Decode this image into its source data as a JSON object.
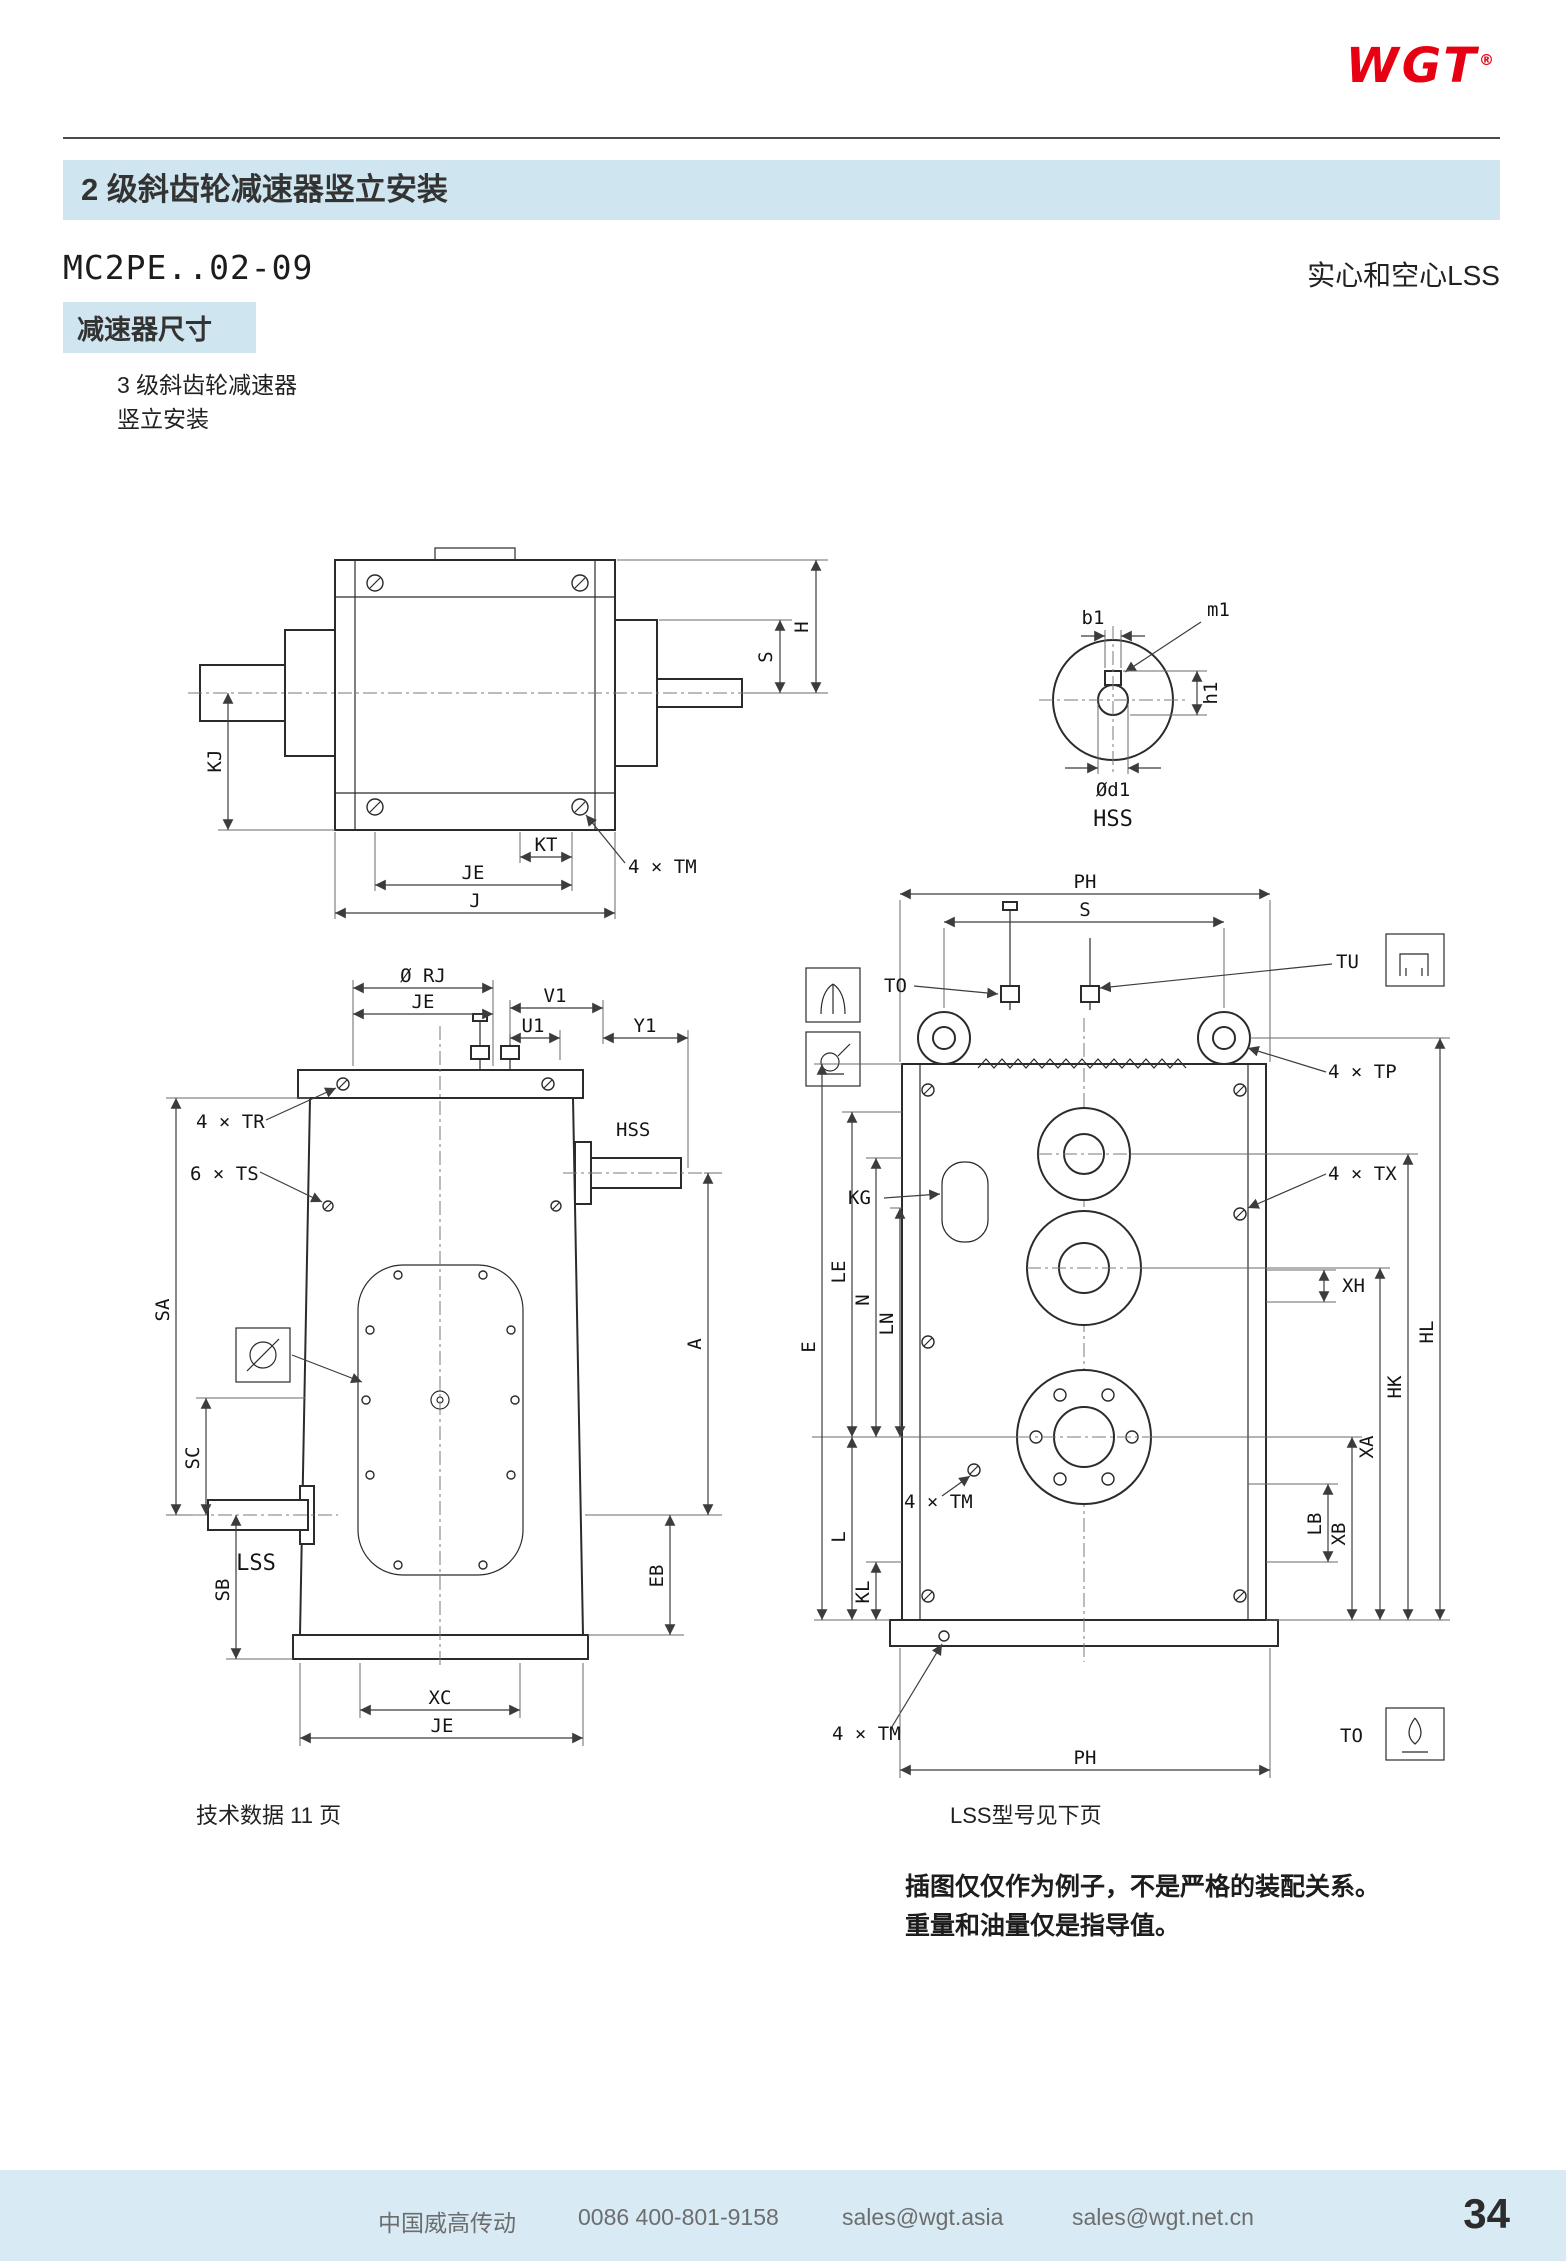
{
  "page": {
    "logo": "WGT",
    "logo_reg": "®",
    "title": "2 级斜齿轮减速器竖立安装",
    "model": "MC2PE..02-09",
    "shaft_note": "实心和空心LSS",
    "section_label": "减速器尺寸",
    "subtitle_line1": "3 级斜齿轮减速器",
    "subtitle_line2": "竖立安装",
    "note_left": "技术数据 11 页",
    "note_right": "LSS型号见下页",
    "disclaimer_line1": "插图仅仅作为例子，不是严格的装配关系。",
    "disclaimer_line2": "重量和油量仅是指导值。",
    "page_number": "34"
  },
  "footer": {
    "company": "中国威高传动",
    "phone": "0086 400-801-9158",
    "email_primary": "sales@wgt.asia",
    "email_secondary": "sales@wgt.net.cn"
  },
  "colors": {
    "accent_blue": "#cfe5ef",
    "logo_red": "#e60012",
    "drawing_line": "#2b2b2b"
  },
  "drawing1": {
    "name": "front-view",
    "labels": {
      "S": "S",
      "H": "H",
      "KJ": "KJ",
      "KT": "KT",
      "JE": "JE",
      "J": "J",
      "TM": "4 × TM"
    }
  },
  "drawing2": {
    "name": "hss-shaft-end",
    "labels": {
      "b1": "b1",
      "m1": "m1",
      "h1": "h1",
      "d1": "Ød1",
      "title": "HSS"
    }
  },
  "drawing3": {
    "name": "side-view",
    "labels": {
      "RJ": "Ø RJ",
      "JE_top": "JE",
      "V1": "V1",
      "U1": "U1",
      "Y1": "Y1",
      "TR": "4 × TR",
      "TS": "6 × TS",
      "HSS": "HSS",
      "SA": "SA",
      "SC": "SC",
      "SB": "SB",
      "LSS": "LSS",
      "A": "A",
      "EB": "EB",
      "XC": "XC",
      "JE_bottom": "JE"
    }
  },
  "drawing4": {
    "name": "rear-view",
    "labels": {
      "PH_top": "PH",
      "S": "S",
      "TO_top": "TO",
      "TU": "TU",
      "TP": "4 × TP",
      "KG": "KG",
      "TX": "4 × TX",
      "XH": "XH",
      "E": "E",
      "LE": "LE",
      "N": "N",
      "LN": "LN",
      "L": "L",
      "KL": "KL",
      "TM_mid": "4 × TM",
      "TM_bottom": "4 × TM",
      "LB": "LB",
      "XB": "XB",
      "XA": "XA",
      "HK": "HK",
      "HL": "HL",
      "PH_bottom": "PH",
      "TO_bottom": "TO"
    }
  }
}
